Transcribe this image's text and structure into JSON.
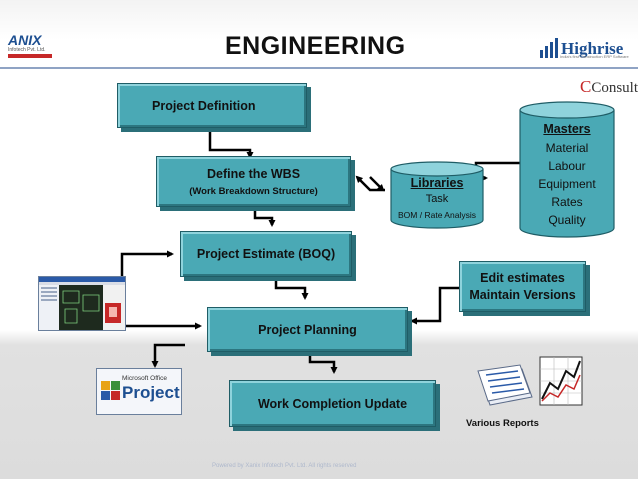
{
  "header": {
    "title": "ENGINEERING",
    "left_logo": {
      "name": "ANIX",
      "subtitle": "Infotech Pvt. Ltd."
    },
    "right_logo": {
      "name": "Highrise",
      "tagline": "India's first Construction ERP Software"
    },
    "consult_logo": {
      "initial": "C",
      "name": "Consult"
    }
  },
  "flow": {
    "project_definition": "Project Definition",
    "define_wbs": "Define the WBS",
    "define_wbs_sub": "(Work Breakdown Structure)",
    "project_estimate": "Project Estimate (BOQ)",
    "project_planning": "Project Planning",
    "work_completion": "Work Completion Update",
    "edit_estimates": "Edit estimates",
    "maintain_versions": "Maintain Versions"
  },
  "libraries": {
    "title": "Libraries",
    "line1": "Task",
    "line2": "BOM / Rate Analysis"
  },
  "masters": {
    "title": "Masters",
    "items": [
      "Material",
      "Labour",
      "Equipment",
      "Rates",
      "Quality"
    ]
  },
  "ms_project": {
    "brand": "Microsoft Office",
    "product": "Project"
  },
  "reports": {
    "label": "Various Reports"
  },
  "footer": {
    "text": "Powered by Xanix Infotech Pvt. Ltd. All rights reserved"
  },
  "colors": {
    "box_fill": "#4aa9b5",
    "box_shadow": "#2b6f79",
    "cylinder_fill": "#4aa9b5",
    "accent_red": "#c62828",
    "brand_blue": "#1d4f91"
  }
}
